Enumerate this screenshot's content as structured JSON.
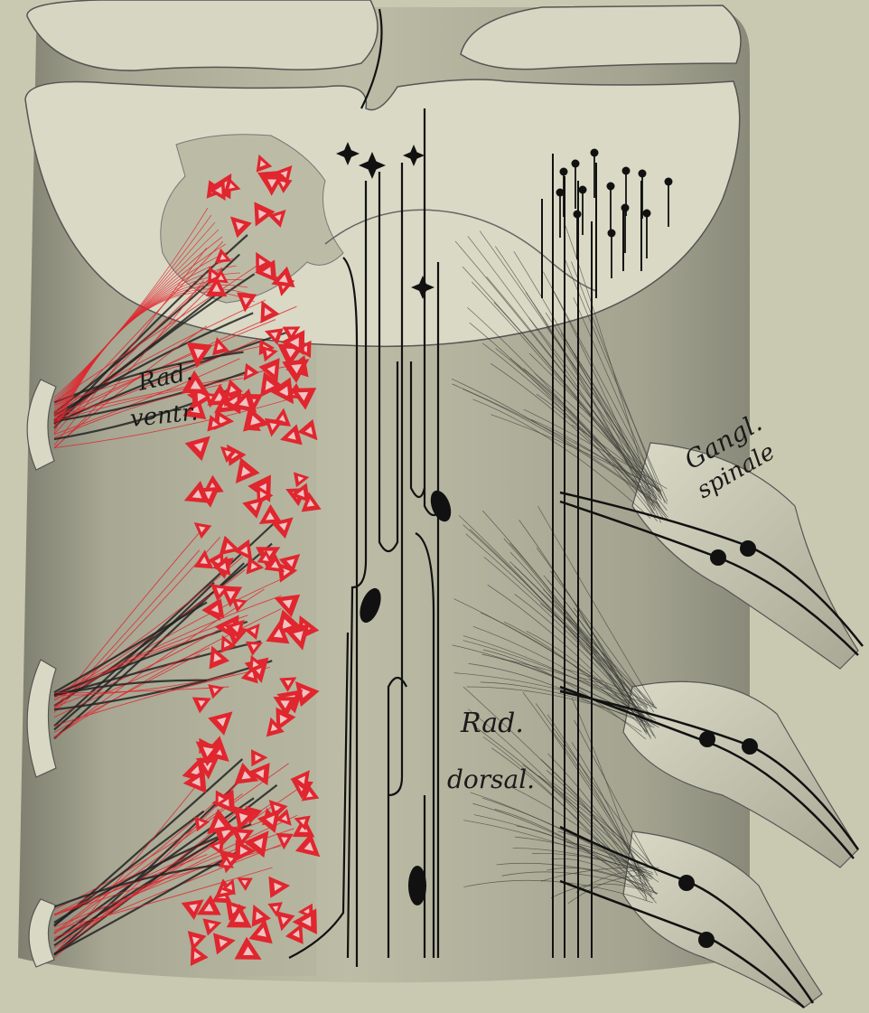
{
  "labels": {
    "rad_ventr_1": "Rad.",
    "rad_ventr_2": "ventr.",
    "gangl_1": "Gangl.",
    "gangl_2": "spinale",
    "rad_dorsal_1": "Rad.",
    "rad_dorsal_2": "dorsal."
  },
  "colors": {
    "paper": "#c9c9b1",
    "cord": "#b9b9a2",
    "cord_dark": "#8f8f7e",
    "section": "#d7d7c3",
    "motor_cells": "#e0262e",
    "neuron_ink": "#111111",
    "fibers": "#3a3a36"
  },
  "icons": [
    "motor-neuron-cell-icon",
    "interneuron-cell-icon",
    "ganglion-cell-icon"
  ]
}
